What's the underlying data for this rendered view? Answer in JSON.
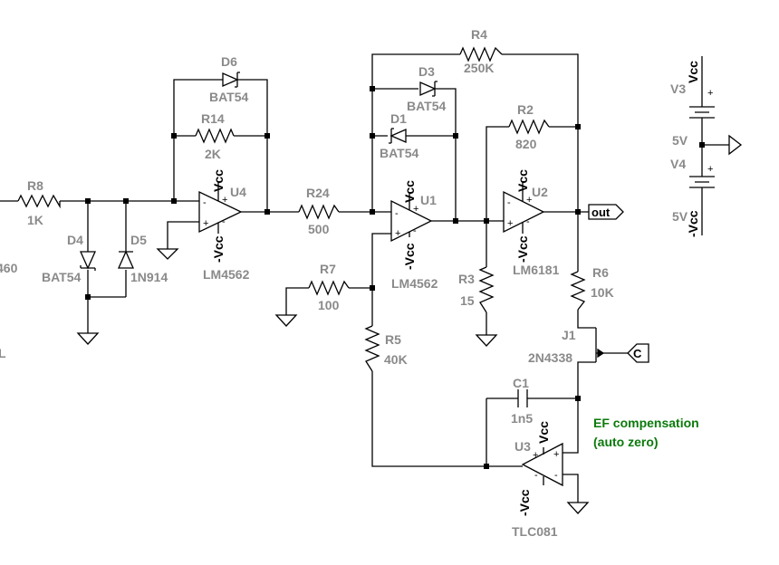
{
  "components": {
    "R8": {
      "ref": "R8",
      "value": "1K"
    },
    "R14": {
      "ref": "R14",
      "value": "2K"
    },
    "R24": {
      "ref": "R24",
      "value": "500"
    },
    "R4": {
      "ref": "R4",
      "value": "250K"
    },
    "R2": {
      "ref": "R2",
      "value": "820"
    },
    "R7": {
      "ref": "R7",
      "value": "100"
    },
    "R5": {
      "ref": "R5",
      "value": "40K"
    },
    "R3": {
      "ref": "R3",
      "value": "15"
    },
    "R6": {
      "ref": "R6",
      "value": "10K"
    },
    "D6": {
      "ref": "D6",
      "value": "BAT54"
    },
    "D3": {
      "ref": "D3",
      "value": "BAT54"
    },
    "D1": {
      "ref": "D1",
      "value": "BAT54"
    },
    "D4": {
      "ref": "D4",
      "value": "BAT54"
    },
    "D5": {
      "ref": "D5",
      "value": "1N914"
    },
    "C1": {
      "ref": "C1",
      "value": "1n5"
    },
    "J1": {
      "ref": "J1",
      "value": "2N4338"
    },
    "U4": {
      "ref": "U4",
      "value": "LM4562"
    },
    "U1": {
      "ref": "U1",
      "value": "LM4562"
    },
    "U2": {
      "ref": "U2",
      "value": "LM6181"
    },
    "U3": {
      "ref": "U3",
      "value": "TLC081"
    },
    "V3": {
      "ref": "V3",
      "value": "5V"
    },
    "V4": {
      "ref": "V4",
      "value": "5V"
    }
  },
  "power": {
    "pos": "Vcc",
    "neg": "-Vcc"
  },
  "pins": {
    "plus": "+",
    "minus": "-"
  },
  "ports": {
    "out": "out",
    "c": "C"
  },
  "note": {
    "line1": "EF compensation",
    "line2": "(auto zero)"
  },
  "clipped": {
    "left_value": "460",
    "left_label": "L"
  }
}
